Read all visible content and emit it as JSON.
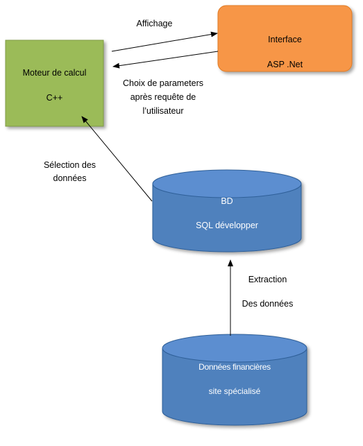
{
  "colors": {
    "moteur_fill": "#9BBB59",
    "interface_fill": "#F79646",
    "db_fill": "#4F81BD",
    "db_top": "#5B8ED0"
  },
  "nodes": {
    "moteur": {
      "line1": "Moteur de calcul",
      "line2": "C++"
    },
    "interface": {
      "line1": "Interface",
      "line2": "ASP .Net"
    },
    "bd": {
      "line1": "BD",
      "line2": "SQL  développer"
    },
    "donnees": {
      "line1": "Données financières",
      "line2": "site spécialisé"
    }
  },
  "edges": {
    "affichage": "Affichage",
    "choix": {
      "line1": "Choix de parameters",
      "line2": "après requête de",
      "line3": "l’utilisateur"
    },
    "selection": {
      "line1": "Sélection des",
      "line2": "données"
    },
    "extraction": {
      "line1": "Extraction",
      "line2": "Des données"
    }
  }
}
